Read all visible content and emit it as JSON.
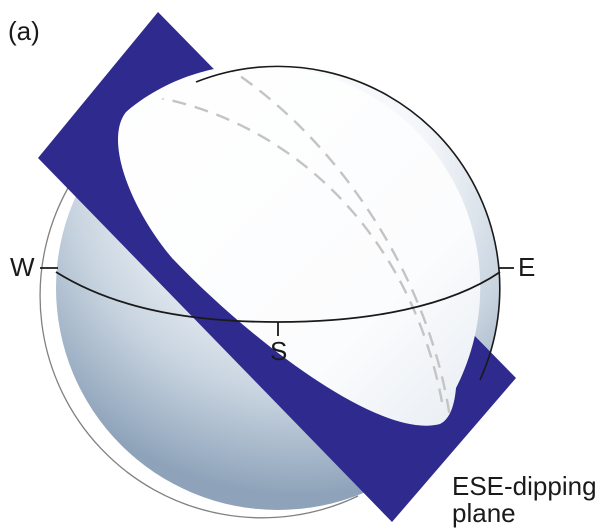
{
  "panel_label": "(a)",
  "directions": {
    "west": "W",
    "east": "E",
    "south": "S"
  },
  "plane_label": {
    "line1": "ESE-dipping",
    "line2": "plane"
  },
  "colors": {
    "plane": "#2f2a8e",
    "sphere_shadow": "#9fb3c8",
    "sphere_light": "#ffffff",
    "outline": "#1a1a1a",
    "hidden_line": "#c4c4c4"
  }
}
